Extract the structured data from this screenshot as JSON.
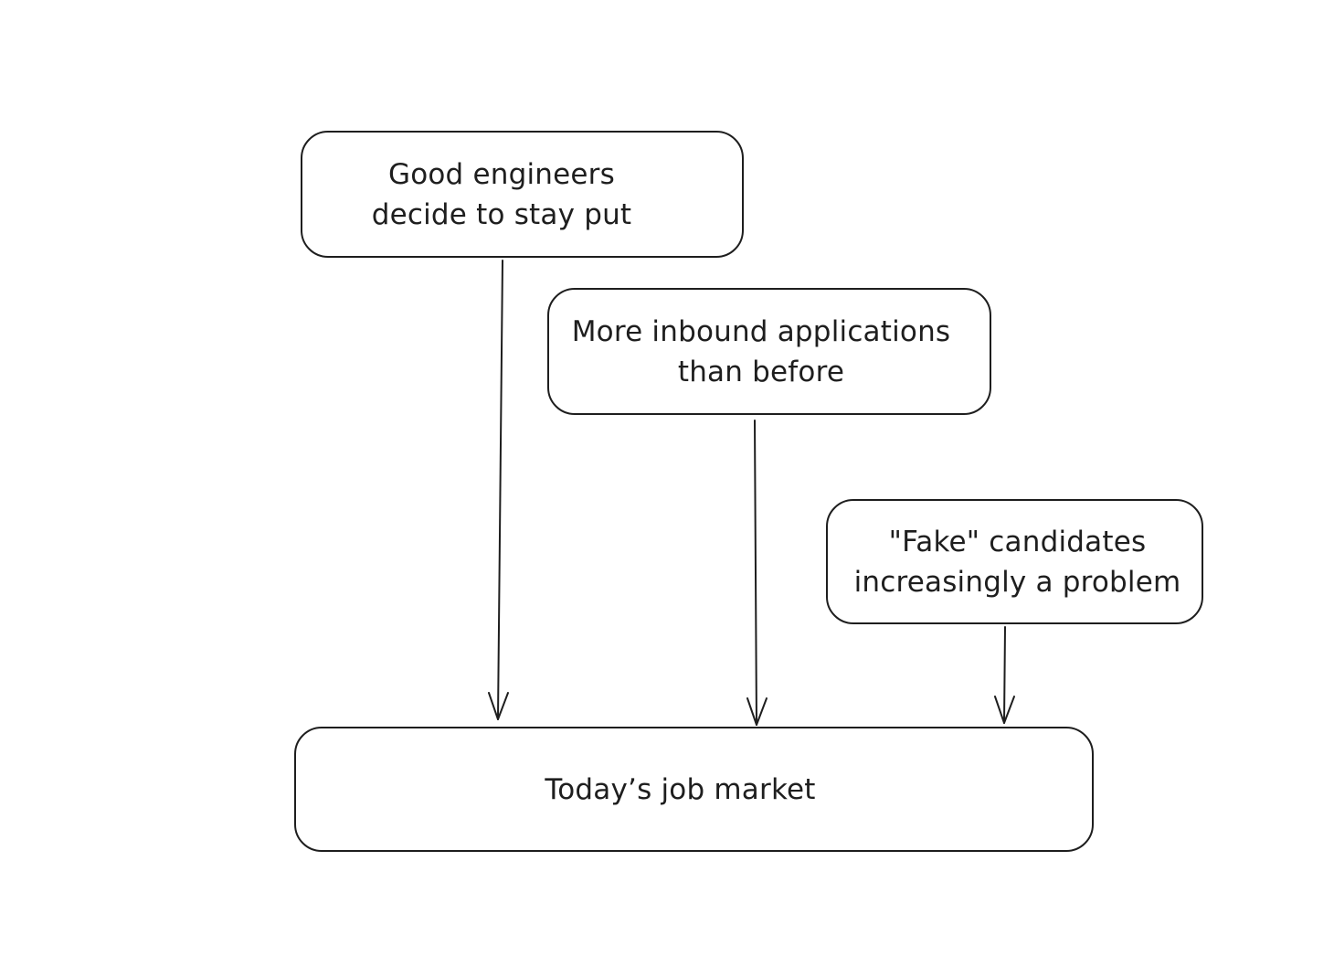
{
  "diagram": {
    "nodes": [
      {
        "id": "good",
        "lines": [
          "Good engineers",
          "decide to stay put"
        ]
      },
      {
        "id": "inbound",
        "lines": [
          "More inbound applications",
          "than before"
        ]
      },
      {
        "id": "fake",
        "lines": [
          "\"Fake\" candidates",
          "increasingly a problem"
        ]
      },
      {
        "id": "market",
        "lines": [
          "Today’s job market"
        ]
      }
    ],
    "edges": [
      {
        "from": "good",
        "to": "market"
      },
      {
        "from": "inbound",
        "to": "market"
      },
      {
        "from": "fake",
        "to": "market"
      }
    ],
    "colors": {
      "stroke": "#1e1e1e",
      "background": "#ffffff"
    }
  }
}
